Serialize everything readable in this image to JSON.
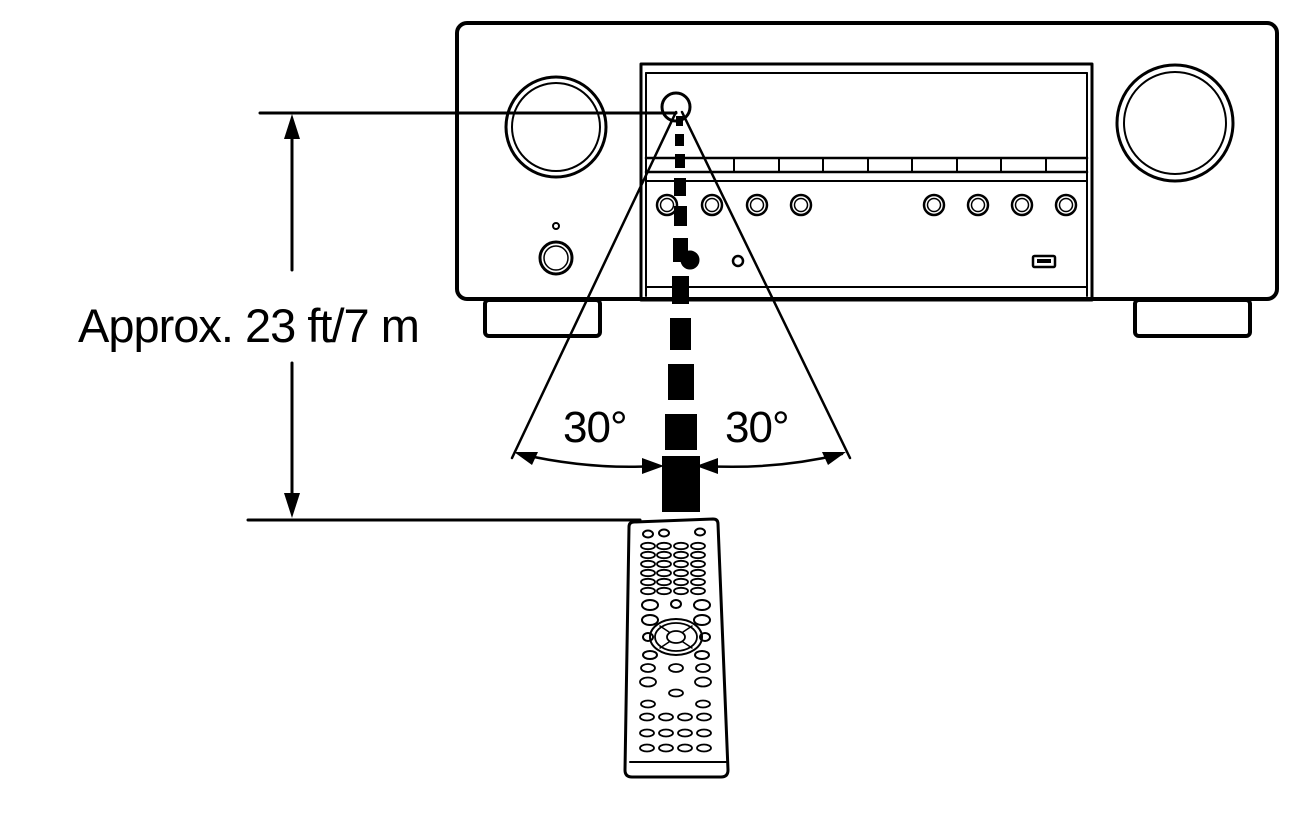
{
  "diagram": {
    "distance_label": "Approx. 23 ft/7 m",
    "angle_left_label": "30°",
    "angle_right_label": "30°"
  },
  "colors": {
    "line": "#000000",
    "background": "#ffffff",
    "beam": "#000000"
  }
}
